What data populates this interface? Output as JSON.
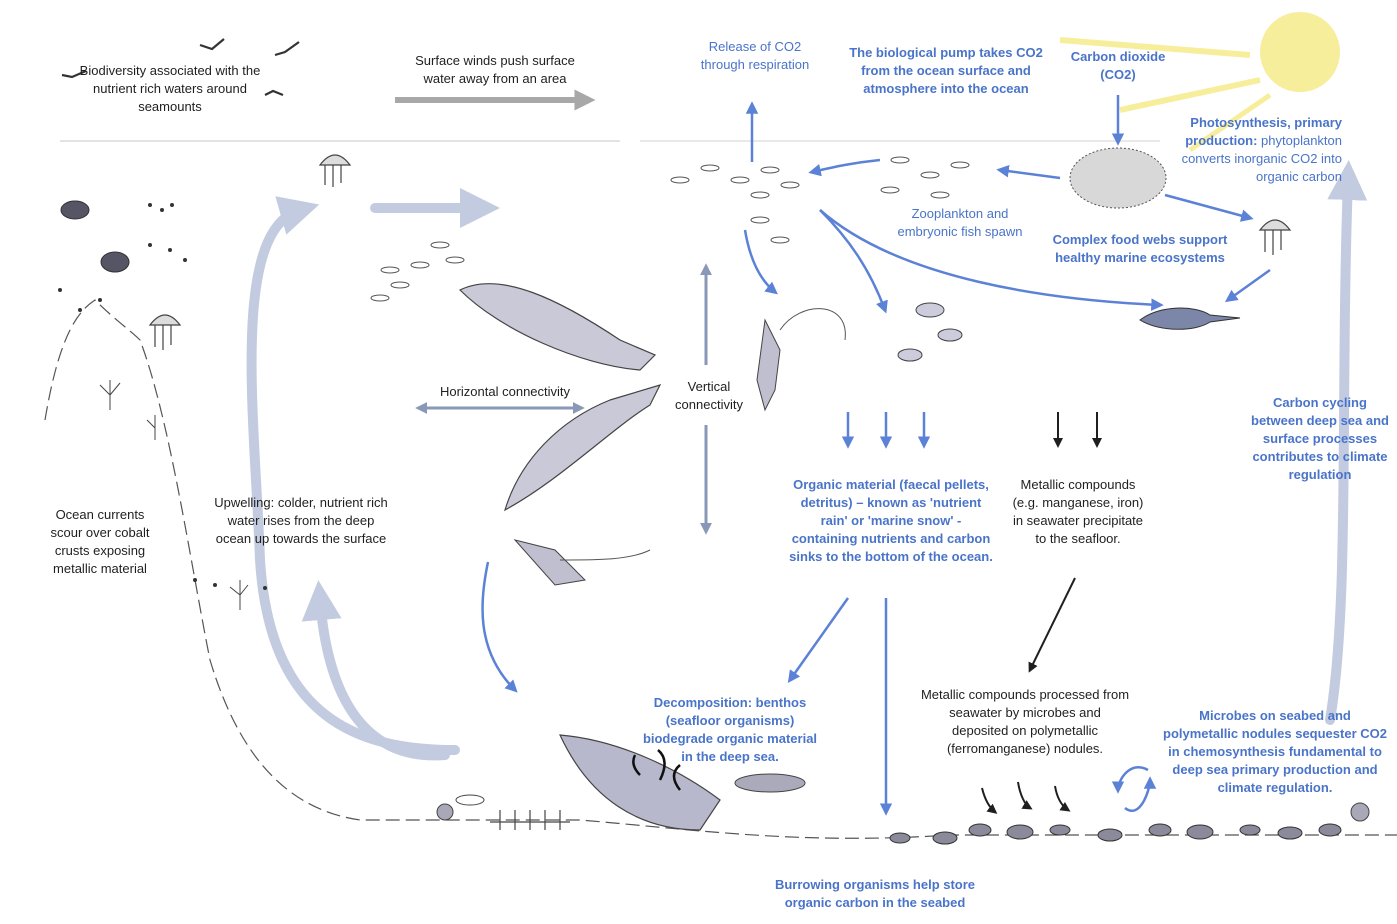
{
  "colors": {
    "blue_arrow": "#5b82d6",
    "pale_arrow": "#c3cbe0",
    "grey_arrow": "#a8a8a8",
    "label_blue": "#4a74c9",
    "label_black": "#1f1f1f",
    "sun": "#f7ee9c"
  },
  "labels": {
    "biodiversity": "Biodiversity associated with the nutrient rich waters around seamounts",
    "surface_winds": "Surface winds push surface water away from an area",
    "release_co2": "Release of CO2 through respiration",
    "biological_pump": "The biological pump takes CO2 from the ocean surface and atmosphere into the ocean",
    "carbon_dioxide": "Carbon dioxide (CO2)",
    "photosynthesis_bold": "Photosynthesis, primary production:",
    "photosynthesis_rest": "phytoplankton converts inorganic CO2 into organic carbon",
    "zooplankton": "Zooplankton and embryonic fish spawn",
    "food_webs": "Complex food webs support healthy marine ecosystems",
    "horizontal": "Horizontal connectivity",
    "vertical": "Vertical connectivity",
    "carbon_cycling": "Carbon cycling between deep sea and surface processes contributes to climate regulation",
    "ocean_currents": "Ocean currents scour over cobalt crusts exposing metallic material",
    "upwelling": "Upwelling: colder, nutrient rich water rises from the deep ocean up towards the surface",
    "organic_material": "Organic material (faecal pellets, detritus) – known as 'nutrient rain' or 'marine snow' - containing nutrients and carbon sinks to the bottom of the ocean.",
    "metallic_precipitate": "Metallic compounds (e.g. manganese, iron) in seawater precipitate to the seafloor.",
    "metallic_processed": "Metallic compounds processed from seawater by microbes and deposited on polymetallic (ferromanganese) nodules.",
    "decomposition": "Decomposition: benthos (seafloor organisms) biodegrade organic material in the deep sea.",
    "microbes": "Microbes on seabed and polymetallic nodules sequester CO2 in chemosynthesis fundamental to deep sea primary production and climate regulation.",
    "burrowing": "Burrowing organisms help store organic carbon in the seabed"
  },
  "icons": [
    "sun-icon",
    "bird-icon",
    "jellyfish-icon",
    "turtle-icon",
    "fish-school-icon",
    "sperm-whale-icon",
    "squid-icon",
    "swordfish-icon",
    "phytoplankton-icon",
    "whale-fall-icon",
    "nodule-icon",
    "octopus-icon",
    "coral-icon"
  ]
}
